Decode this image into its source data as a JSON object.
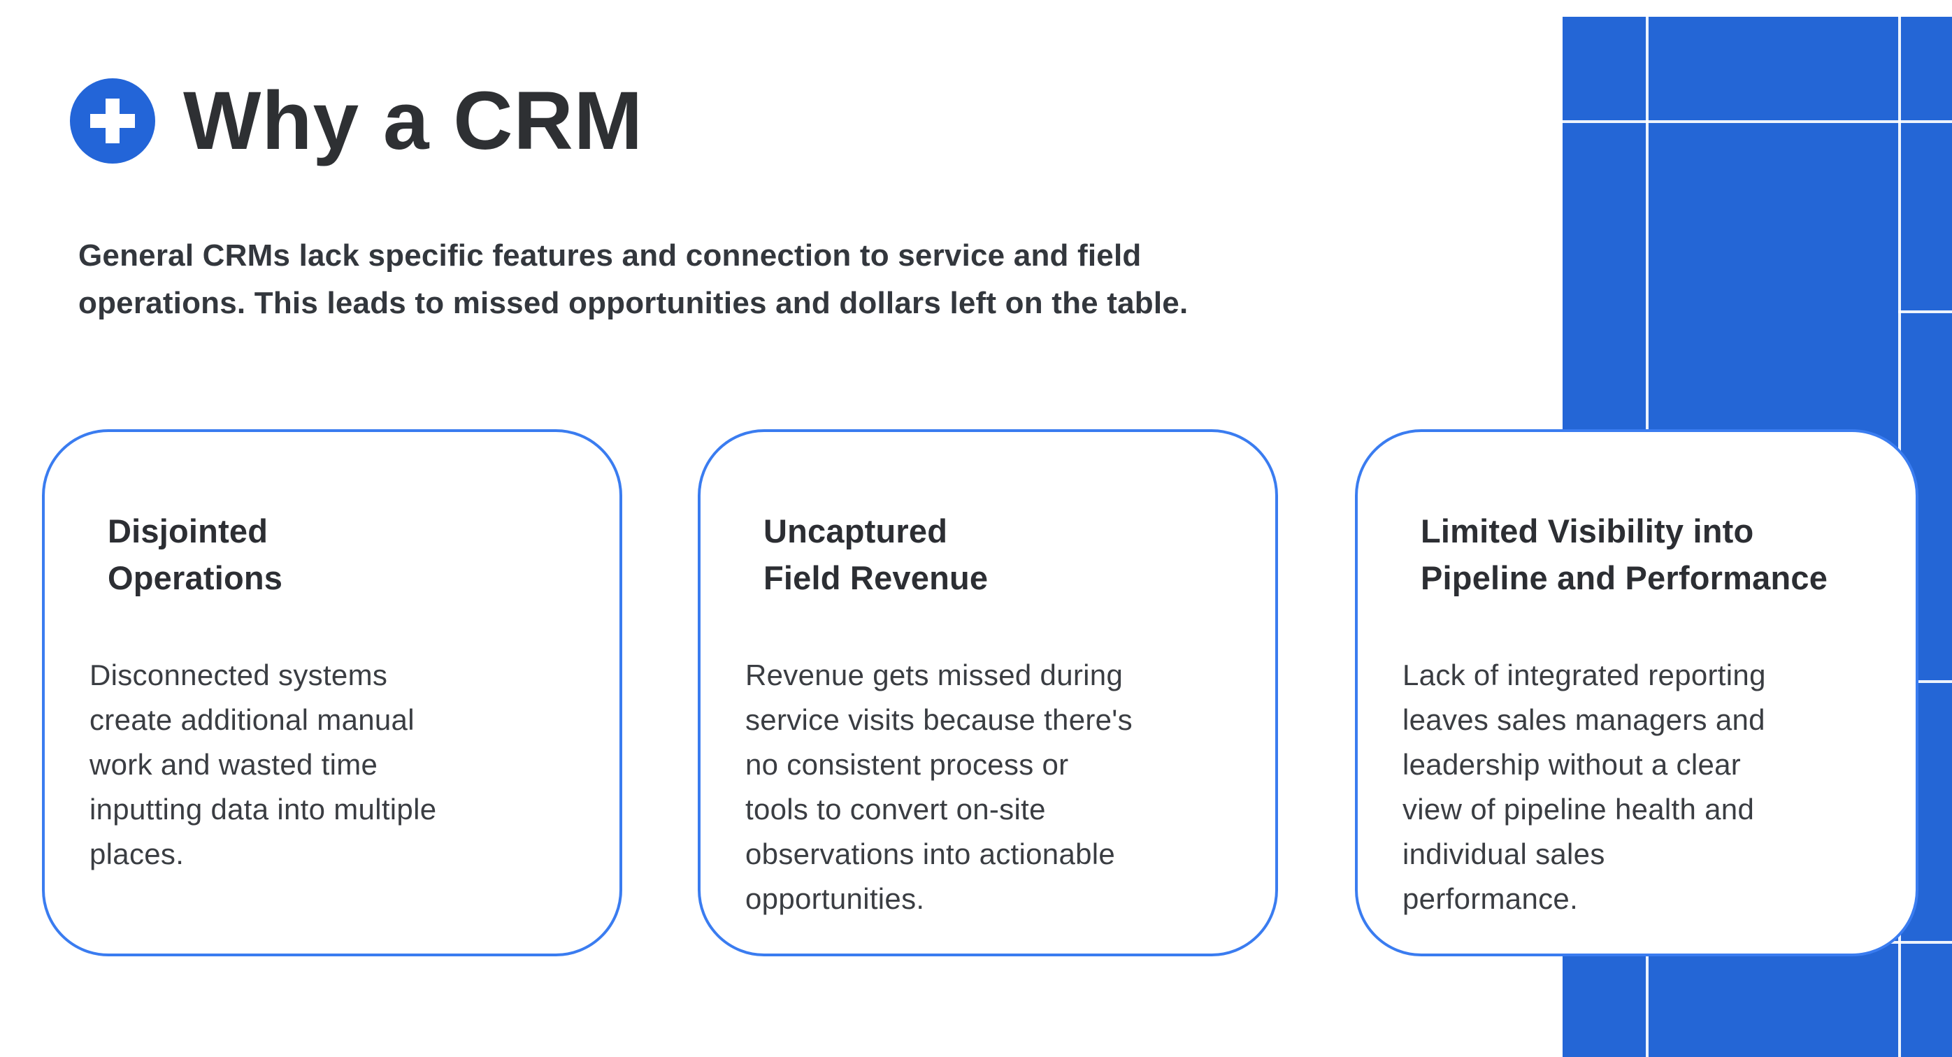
{
  "header": {
    "icon": "plus",
    "title": "Why a CRM"
  },
  "subtitle_lines": [
    "General CRMs lack specific features and connection to service and field",
    "operations. This leads to missed opportunities and dollars left on the table."
  ],
  "cards": [
    {
      "title_lines": [
        "Disjointed",
        "Operations"
      ],
      "body_lines": [
        "Disconnected systems",
        "create additional manual",
        "work and wasted time",
        "inputting data into multiple",
        "places."
      ]
    },
    {
      "title_lines": [
        "Uncaptured",
        "Field Revenue"
      ],
      "body_lines": [
        "Revenue gets missed during",
        "service visits because there's",
        "no consistent process or",
        "tools to convert on-site",
        "observations into actionable",
        "opportunities."
      ]
    },
    {
      "title_lines": [
        "Limited Visibility into",
        "Pipeline and Performance"
      ],
      "body_lines": [
        "Lack of integrated reporting",
        "leaves sales managers and",
        "leadership without a clear",
        "view of pipeline health and",
        "individual sales",
        "performance."
      ]
    }
  ],
  "colors": {
    "panel_blue": "#2466d6",
    "grid_line": "#ffffff",
    "card_border": "#3a7cf0",
    "icon_circle_blue": "#2365d8",
    "heading_text": "#2e3033",
    "body_text": "#3a3d42"
  }
}
